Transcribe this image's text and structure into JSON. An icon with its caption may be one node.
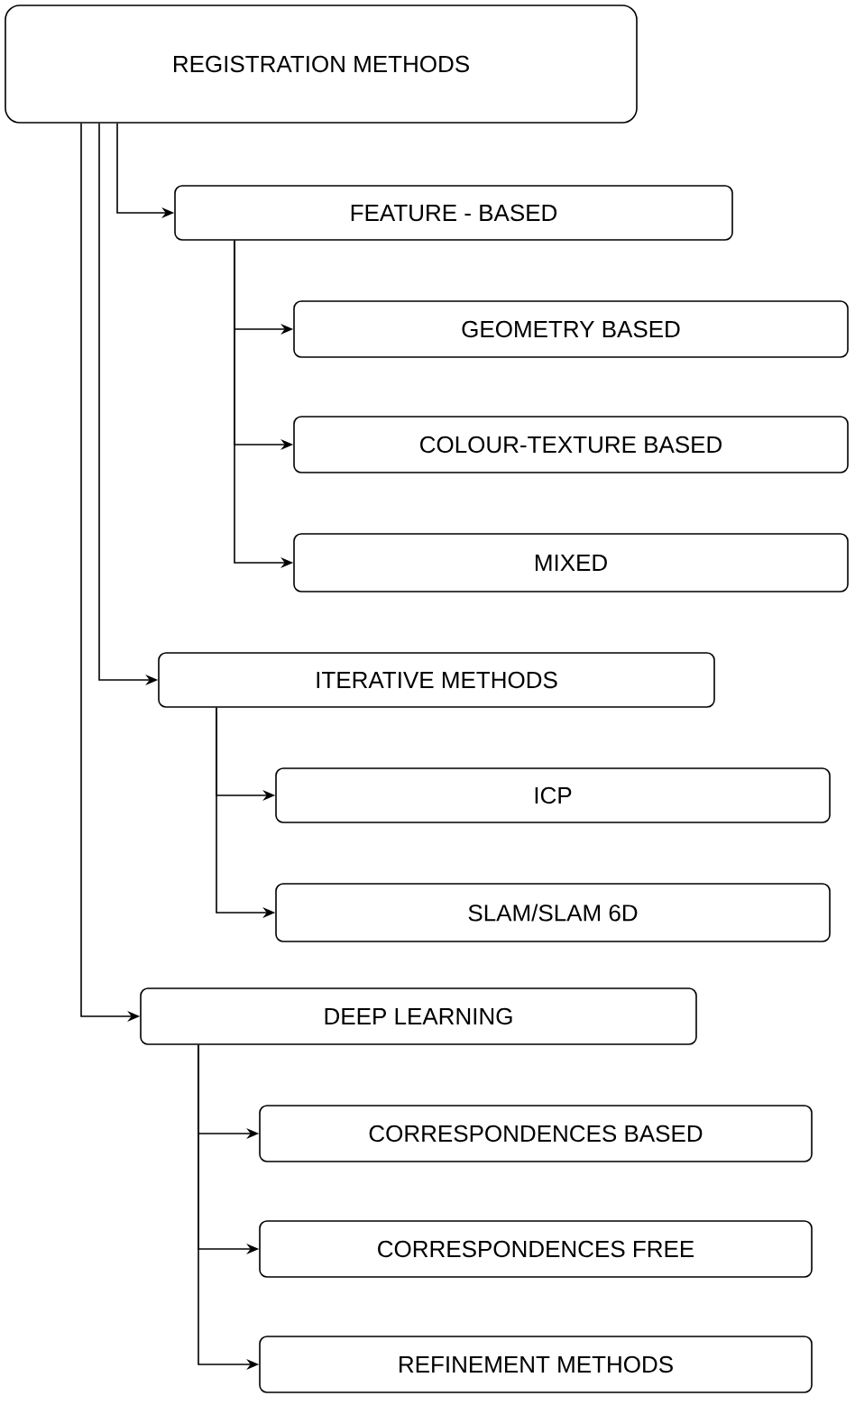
{
  "diagram": {
    "nodes": [
      {
        "text": [
          "REGISTRATION METHODS"
        ]
      },
      {
        "text": [
          "FEATURE - BASED"
        ]
      },
      {
        "text": [
          "GEOMETRY BASED"
        ]
      },
      {
        "text": [
          "COLOUR-TEXTURE BASED"
        ]
      },
      {
        "text": [
          "MIXED"
        ]
      },
      {
        "text": [
          "ITERATIVE METHODS"
        ]
      },
      {
        "text": [
          "ICP"
        ]
      },
      {
        "text": [
          "SLAM/SLAM 6D"
        ]
      },
      {
        "text": [
          "DEEP LEARNING"
        ]
      },
      {
        "text": [
          "CORRESPONDENCES BASED"
        ]
      },
      {
        "text": [
          "CORRESPONDENCES FREE"
        ]
      },
      {
        "text": [
          "REFINEMENT METHODS"
        ]
      }
    ],
    "edges": [
      {
        "from": 0,
        "to": 1,
        "arrow": "to"
      },
      {
        "from": 1,
        "to": 2,
        "arrow": "to"
      },
      {
        "from": 1,
        "to": 3,
        "arrow": "to"
      },
      {
        "from": 1,
        "to": 4,
        "arrow": "to"
      },
      {
        "from": 0,
        "to": 5,
        "arrow": "to"
      },
      {
        "from": 5,
        "to": 6,
        "arrow": "to"
      },
      {
        "from": 5,
        "to": 7,
        "arrow": "to"
      },
      {
        "from": 0,
        "to": 8,
        "arrow": "to"
      },
      {
        "from": 8,
        "to": 9,
        "arrow": "to"
      },
      {
        "from": 8,
        "to": 10,
        "arrow": "to"
      },
      {
        "from": 8,
        "to": 11,
        "arrow": "to"
      }
    ]
  }
}
